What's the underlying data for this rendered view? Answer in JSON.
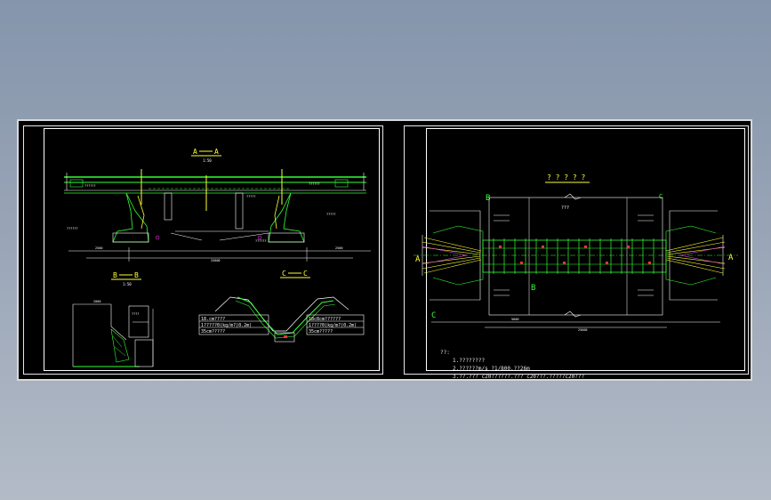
{
  "drawing": {
    "section_aa": {
      "title_left": "A",
      "title_right": "A",
      "scale": "1:50"
    },
    "section_bb": {
      "title_left": "B",
      "title_right": "B",
      "scale": "1:50"
    },
    "section_cc": {
      "title_left": "C",
      "title_right": "C"
    },
    "legend_items": [
      "18.cm????",
      "1?????0(kg/m?)0.2m)",
      "35cm?????"
    ],
    "legend_items_right": [
      "18c8cm??????",
      "1????0(kg/m?)0.2m)",
      "35cm?????"
    ],
    "plan_title": "? ? ? ? ?",
    "plan_subtitle": "???",
    "section_marks": {
      "a": "A",
      "b": "B",
      "c": "C"
    },
    "notes_heading": "??:",
    "notes": [
      "1.????????",
      "2.??????m/s ?1/800.??26m",
      "3.??.??? c20??????.??? c20???.?????c20???"
    ]
  },
  "colors": {
    "background": "#000000",
    "line_green": "#33ff33",
    "line_yellow": "#ffff33",
    "line_white": "#ffffff",
    "line_cyan": "#33ffff",
    "line_magenta": "#ff44ff",
    "line_red": "#ff3333"
  }
}
